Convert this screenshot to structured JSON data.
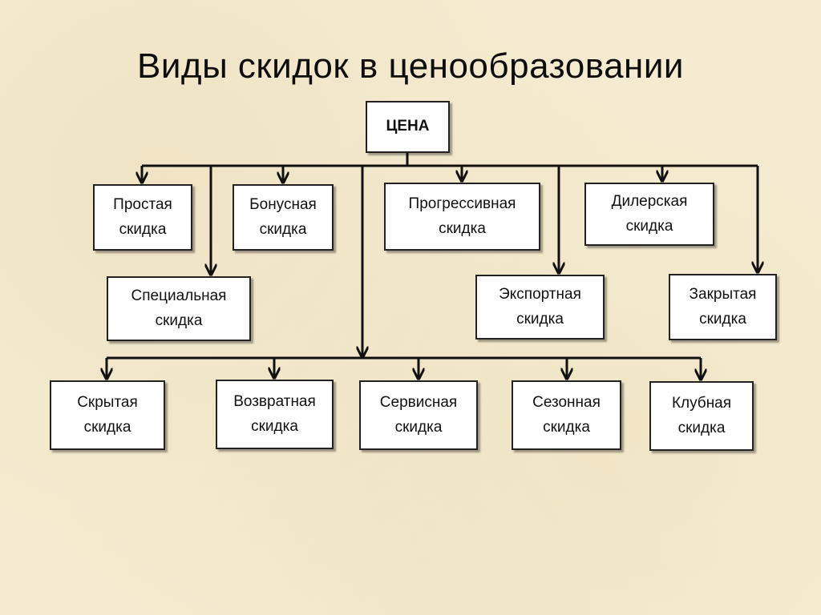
{
  "title": "Виды скидок в ценообразовании",
  "root": "ЦЕНА",
  "nodes": {
    "simple": "Простая скидка",
    "bonus": "Бонусная скидка",
    "progressive": "Прогрессивная скидка",
    "dealer": "Дилерская скидка",
    "special": "Специальная скидка",
    "export": "Экспортная скидка",
    "closed": "Закрытая скидка",
    "hidden": "Скрытая скидка",
    "return": "Возвратная скидка",
    "service": "Сервисная скидка",
    "seasonal": "Сезонная скидка",
    "club": "Клубная скидка"
  }
}
